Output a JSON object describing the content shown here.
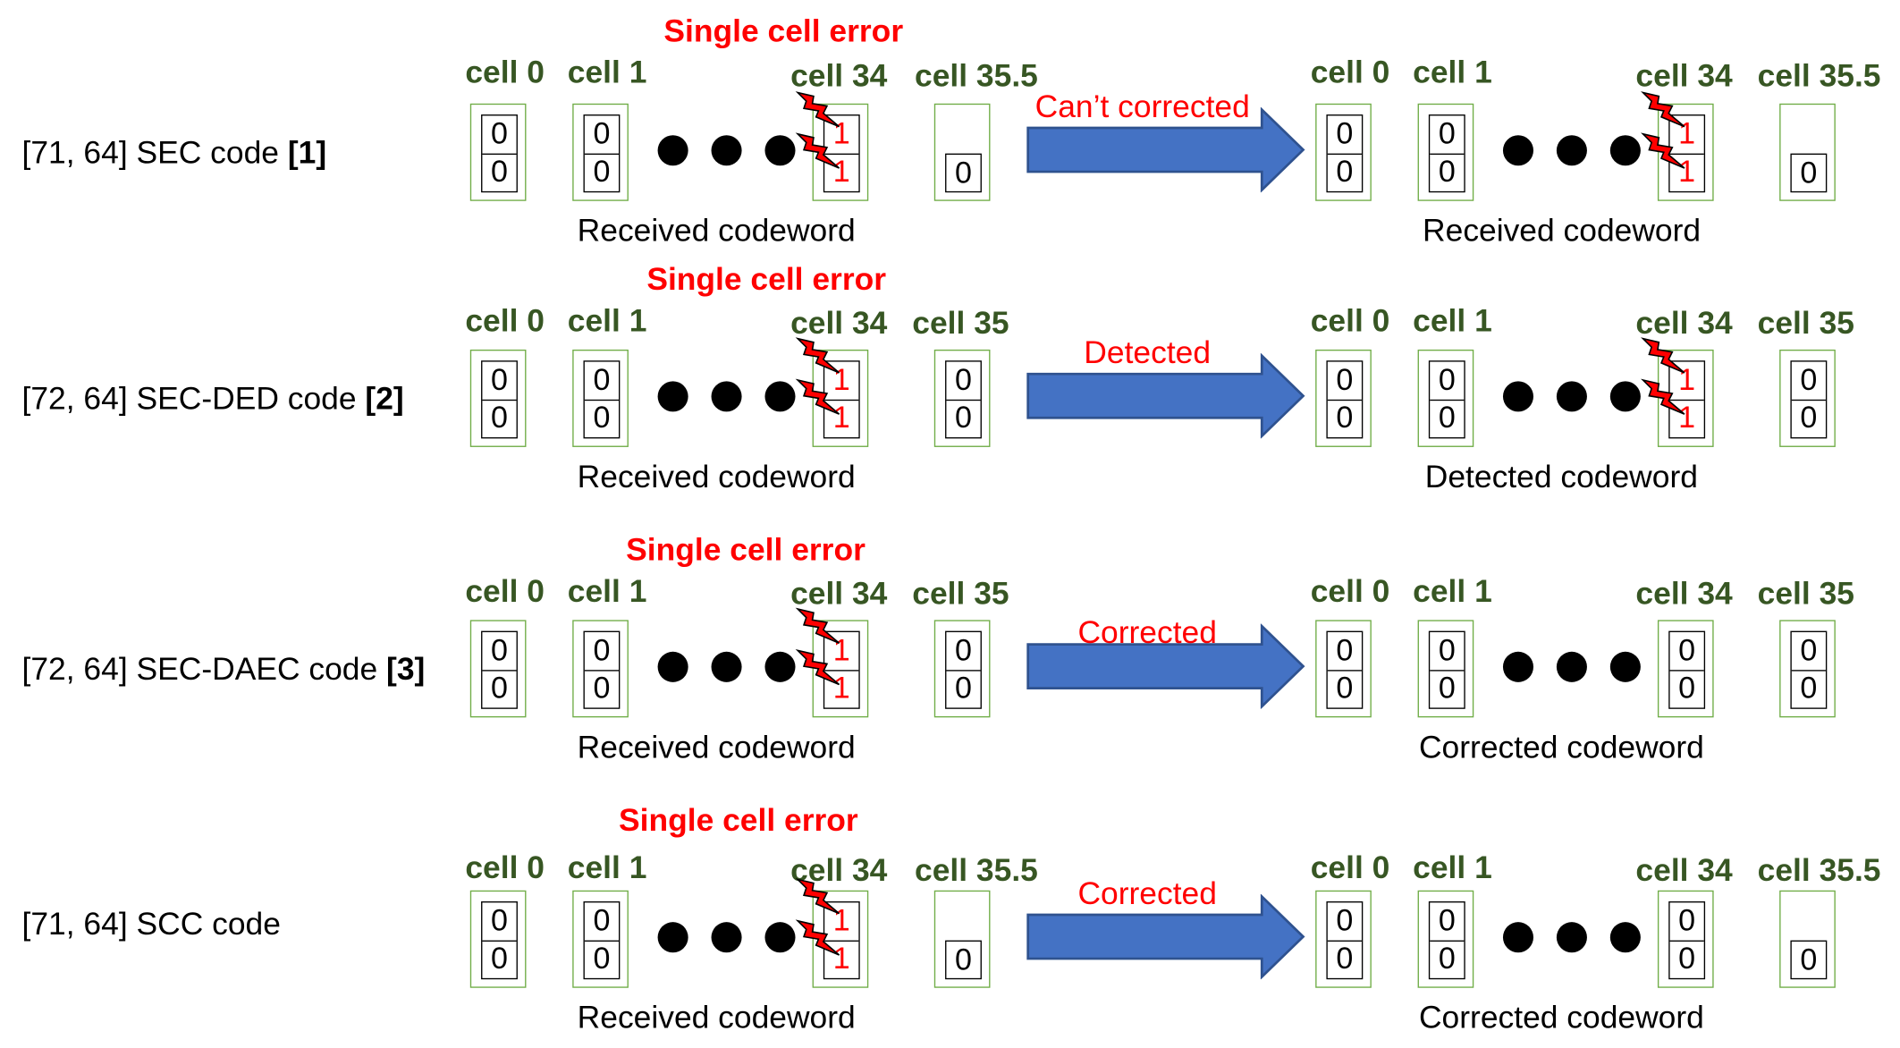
{
  "rows": [
    {
      "code": "[71, 64] SEC code",
      "ref": "[1]",
      "error_title": "Single cell error",
      "arrow_label": "Can’t corrected",
      "left_caption": "Received codeword",
      "right_caption": "Received codeword",
      "left_cells": [
        {
          "label": "cell 0",
          "bits": [
            "0",
            "0"
          ],
          "error": false
        },
        {
          "label": "cell 1",
          "bits": [
            "0",
            "0"
          ],
          "error": false
        },
        {
          "label": "cell 34",
          "bits": [
            "1",
            "1"
          ],
          "error": true
        },
        {
          "label": "cell 35.5",
          "bits": [
            "0"
          ],
          "error": false
        }
      ],
      "right_cells": [
        {
          "label": "cell 0",
          "bits": [
            "0",
            "0"
          ],
          "error": false
        },
        {
          "label": "cell 1",
          "bits": [
            "0",
            "0"
          ],
          "error": false
        },
        {
          "label": "cell 34",
          "bits": [
            "1",
            "1"
          ],
          "error": true
        },
        {
          "label": "cell 35.5",
          "bits": [
            "0"
          ],
          "error": false
        }
      ]
    },
    {
      "code": "[72, 64] SEC-DED code",
      "ref": "[2]",
      "error_title": "Single cell error",
      "arrow_label": "Detected",
      "left_caption": "Received codeword",
      "right_caption": "Detected codeword",
      "left_cells": [
        {
          "label": "cell 0",
          "bits": [
            "0",
            "0"
          ],
          "error": false
        },
        {
          "label": "cell 1",
          "bits": [
            "0",
            "0"
          ],
          "error": false
        },
        {
          "label": "cell 34",
          "bits": [
            "1",
            "1"
          ],
          "error": true
        },
        {
          "label": "cell 35",
          "bits": [
            "0",
            "0"
          ],
          "error": false
        }
      ],
      "right_cells": [
        {
          "label": "cell 0",
          "bits": [
            "0",
            "0"
          ],
          "error": false
        },
        {
          "label": "cell 1",
          "bits": [
            "0",
            "0"
          ],
          "error": false
        },
        {
          "label": "cell 34",
          "bits": [
            "1",
            "1"
          ],
          "error": true
        },
        {
          "label": "cell 35",
          "bits": [
            "0",
            "0"
          ],
          "error": false
        }
      ]
    },
    {
      "code": "[72, 64] SEC-DAEC code",
      "ref": "[3]",
      "error_title": "Single cell error",
      "arrow_label": "Corrected",
      "left_caption": "Received codeword",
      "right_caption": "Corrected codeword",
      "left_cells": [
        {
          "label": "cell 0",
          "bits": [
            "0",
            "0"
          ],
          "error": false
        },
        {
          "label": "cell 1",
          "bits": [
            "0",
            "0"
          ],
          "error": false
        },
        {
          "label": "cell 34",
          "bits": [
            "1",
            "1"
          ],
          "error": true
        },
        {
          "label": "cell 35",
          "bits": [
            "0",
            "0"
          ],
          "error": false
        }
      ],
      "right_cells": [
        {
          "label": "cell 0",
          "bits": [
            "0",
            "0"
          ],
          "error": false
        },
        {
          "label": "cell 1",
          "bits": [
            "0",
            "0"
          ],
          "error": false
        },
        {
          "label": "cell 34",
          "bits": [
            "0",
            "0"
          ],
          "error": false
        },
        {
          "label": "cell 35",
          "bits": [
            "0",
            "0"
          ],
          "error": false
        }
      ]
    },
    {
      "code": "[71, 64] SCC code",
      "ref": "",
      "error_title": "Single cell error",
      "arrow_label": "Corrected",
      "left_caption": "Received codeword",
      "right_caption": "Corrected codeword",
      "left_cells": [
        {
          "label": "cell 0",
          "bits": [
            "0",
            "0"
          ],
          "error": false
        },
        {
          "label": "cell 1",
          "bits": [
            "0",
            "0"
          ],
          "error": false
        },
        {
          "label": "cell 34",
          "bits": [
            "1",
            "1"
          ],
          "error": true
        },
        {
          "label": "cell 35.5",
          "bits": [
            "0"
          ],
          "error": false
        }
      ],
      "right_cells": [
        {
          "label": "cell 0",
          "bits": [
            "0",
            "0"
          ],
          "error": false
        },
        {
          "label": "cell 1",
          "bits": [
            "0",
            "0"
          ],
          "error": false
        },
        {
          "label": "cell 34",
          "bits": [
            "0",
            "0"
          ],
          "error": false
        },
        {
          "label": "cell 35.5",
          "bits": [
            "0"
          ],
          "error": false
        }
      ]
    }
  ],
  "icons": {
    "error_marker": "lightning-bolt-icon",
    "ellipsis": "ellipsis-dots-icon",
    "transition": "right-arrow-icon"
  },
  "colors": {
    "error_text": "#ff0000",
    "cell_label": "#375623",
    "cell_border": "#70ad47",
    "arrow_fill": "#4472c4",
    "arrow_stroke": "#2f528f"
  }
}
